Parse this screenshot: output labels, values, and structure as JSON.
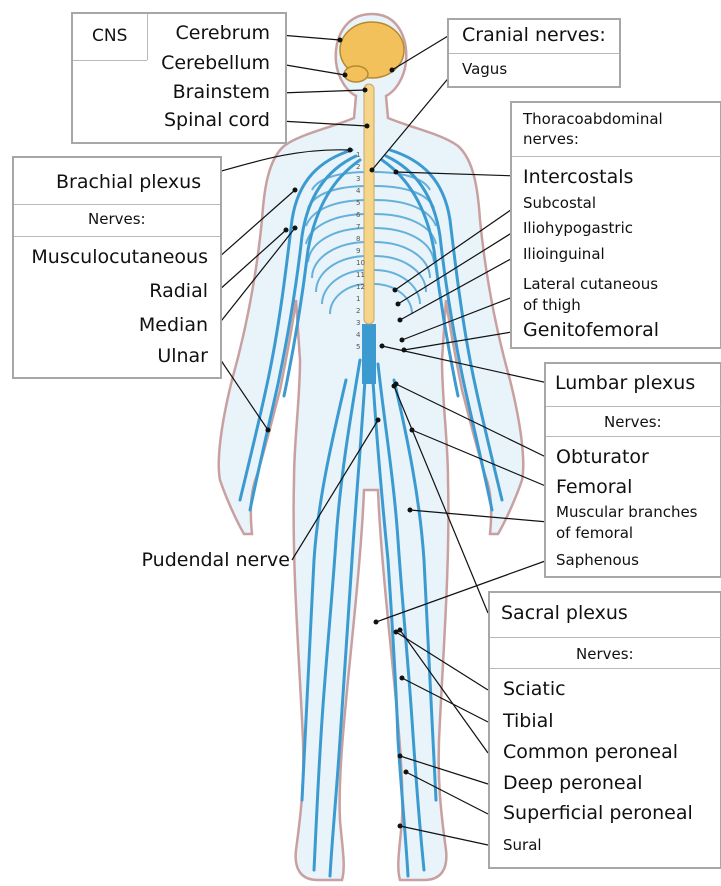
{
  "colors": {
    "nerve": "#3b9bd0",
    "body_outline": "#c9a0a0",
    "body_fill": "#e8f3fa",
    "spine": "#f5d58a",
    "brain": "#f2c15b",
    "box_border": "#a7a7a7",
    "leader": "#111111"
  },
  "cns": {
    "title": "CNS",
    "items": [
      "Cerebrum",
      "Cerebellum",
      "Brainstem",
      "Spinal cord"
    ]
  },
  "cranial": {
    "title": "Cranial nerves:",
    "items": [
      "Vagus"
    ]
  },
  "thoracoabdominal": {
    "title": [
      "Thoracoabdominal",
      "nerves:"
    ],
    "items": [
      "Intercostals",
      "Subcostal",
      "Iliohypogastric",
      "Ilioinguinal",
      "Lateral cutaneous",
      "of thigh",
      "Genitofemoral"
    ]
  },
  "brachial": {
    "title": "Brachial plexus",
    "subtitle": "Nerves:",
    "items": [
      "Musculocutaneous",
      "Radial",
      "Median",
      "Ulnar"
    ]
  },
  "lumbar": {
    "title": "Lumbar plexus",
    "subtitle": "Nerves:",
    "items": [
      "Obturator",
      "Femoral",
      "Muscular branches",
      "of femoral",
      "Saphenous"
    ]
  },
  "pudendal": "Pudendal nerve",
  "sacral": {
    "title": "Sacral plexus",
    "subtitle": "Nerves:",
    "items": [
      "Sciatic",
      "Tibial",
      "Common peroneal",
      "Deep peroneal",
      "Superficial peroneal",
      "Sural"
    ]
  },
  "vertebrae": [
    "1",
    "2",
    "3",
    "4",
    "5",
    "6",
    "7",
    "8",
    "9",
    "10",
    "11",
    "12",
    "1",
    "2",
    "3",
    "4",
    "5"
  ]
}
